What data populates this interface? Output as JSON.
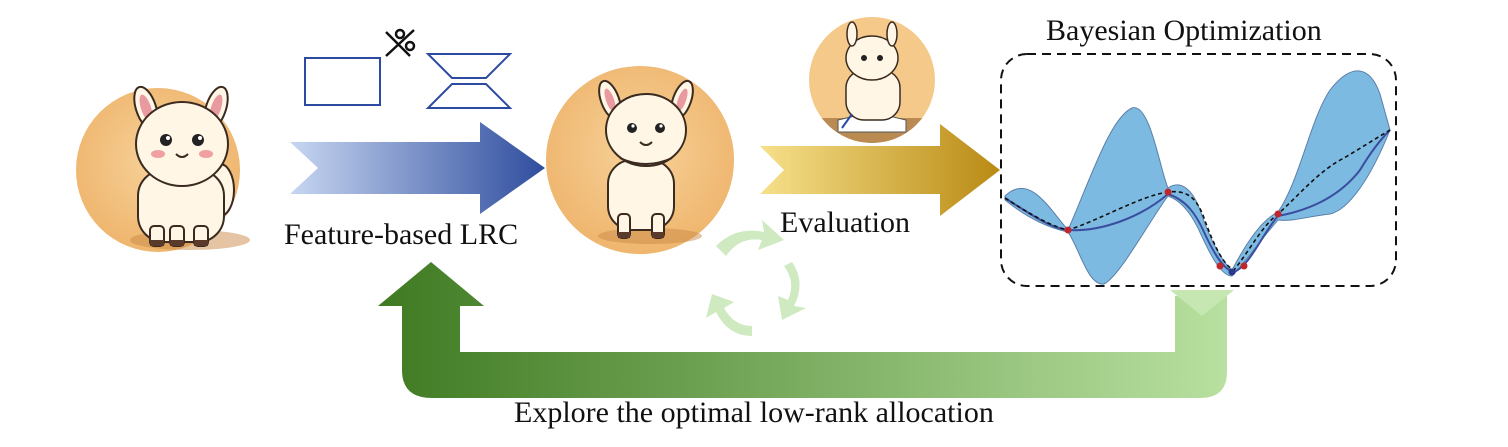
{
  "labels": {
    "feature_lrc": "Feature-based LRC",
    "evaluation": "Evaluation",
    "bayesian_optimization": "Bayesian Optimization",
    "explore": "Explore the optimal low-rank allocation"
  },
  "icons": {
    "dense_layer": "rectangle-icon",
    "low_rank_layer": "hourglass-icon",
    "compress": "scissors-icon",
    "cycle": "refresh-cycle-icon"
  },
  "colors": {
    "blue_arrow": "#3b5fad",
    "gold_arrow": "#c89a1a",
    "green_arrow": "#4f8a2e",
    "bo_fill": "#6fb3de",
    "bo_mean": "#3a4ea0",
    "bo_points": "#c0262b",
    "llama_bg": "#f2c17b"
  }
}
